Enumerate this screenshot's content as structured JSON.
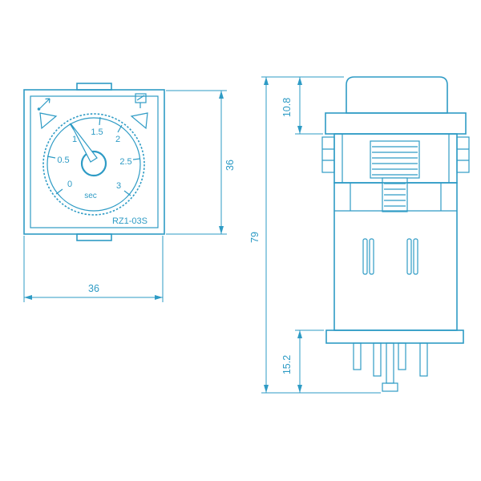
{
  "colors": {
    "line": "#2e9bc5",
    "background": "#ffffff"
  },
  "front_view": {
    "dial_numbers": [
      "0",
      "0.5",
      "1",
      "1.5",
      "2",
      "2.5",
      "3"
    ],
    "dial_unit": "sec",
    "model": "RZ1-03S",
    "dim_width": "36",
    "dim_height": "36"
  },
  "side_view": {
    "dim_total_height": "79",
    "dim_cap_height": "10.8",
    "dim_pin_length": "15.2"
  }
}
